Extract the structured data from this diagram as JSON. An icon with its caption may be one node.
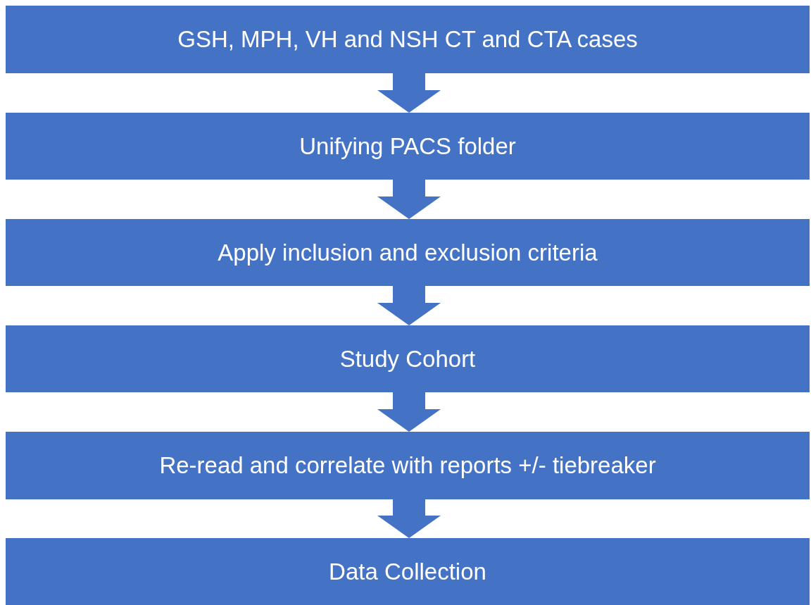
{
  "diagram": {
    "nodes": [
      {
        "text": [
          "GSH, MPH, VH and NSH CT and CTA cases"
        ]
      },
      {
        "text": [
          "Unifying PACS folder"
        ]
      },
      {
        "text": [
          "Apply inclusion and exclusion criteria"
        ]
      },
      {
        "text": [
          "Study Cohort"
        ]
      },
      {
        "text": [
          "Re-read and correlate with reports +/- tiebreaker"
        ]
      },
      {
        "text": [
          "Data Collection"
        ]
      }
    ],
    "edges": [
      {
        "from": 0,
        "to": 1,
        "arrow": "to"
      },
      {
        "from": 1,
        "to": 2,
        "arrow": "to"
      },
      {
        "from": 2,
        "to": 3,
        "arrow": "to"
      },
      {
        "from": 3,
        "to": 4,
        "arrow": "to"
      },
      {
        "from": 4,
        "to": 5,
        "arrow": "to"
      }
    ]
  }
}
